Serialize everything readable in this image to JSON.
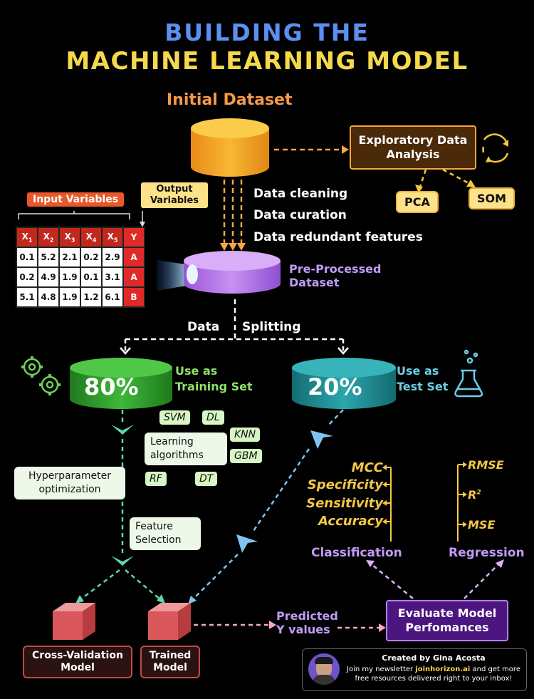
{
  "title": {
    "line1": "BUILDING THE",
    "line2": "MACHINE LEARNING MODEL"
  },
  "initial_dataset": "Initial Dataset",
  "eda": "Exploratory Data Analysis",
  "pca": "PCA",
  "som": "SOM",
  "steps": [
    "Data cleaning",
    "Data curation",
    "Data redundant features"
  ],
  "input_variables": "Input Variables",
  "output_variables": "Output Variables",
  "table": {
    "headers": [
      "X1",
      "X2",
      "X3",
      "X4",
      "X5"
    ],
    "y_header": "Y",
    "rows": [
      {
        "x": [
          "0.1",
          "5.2",
          "2.1",
          "0.2",
          "2.9"
        ],
        "y": "A"
      },
      {
        "x": [
          "0.2",
          "4.9",
          "1.9",
          "0.1",
          "3.1"
        ],
        "y": "A"
      },
      {
        "x": [
          "5.1",
          "4.8",
          "1.9",
          "1.2",
          "6.1"
        ],
        "y": "B"
      }
    ]
  },
  "preprocessed": "Pre-Processed Dataset",
  "split": {
    "left": "Data",
    "right": "Splitting"
  },
  "train": {
    "pct": "80%",
    "label": "Use as Training Set"
  },
  "test": {
    "pct": "20%",
    "label": "Use as Test Set"
  },
  "algorithms": {
    "svm": "SVM",
    "dl": "DL",
    "knn": "KNN",
    "learning": "Learning algorithms",
    "gbm": "GBM",
    "rf": "RF",
    "dt": "DT"
  },
  "hyperparameter": "Hyperparameter optimization",
  "feature_selection": "Feature Selection",
  "classification": {
    "title": "Classification",
    "metrics": [
      "MCC",
      "Specificity",
      "Sensitivity",
      "Accuracy"
    ]
  },
  "regression": {
    "title": "Regression",
    "metrics": [
      "RMSE",
      "R",
      "MSE"
    ],
    "r_sup": "2"
  },
  "cv_model": "Cross-Validation Model",
  "trained_model": "Trained Model",
  "predicted": "Predicted Y values",
  "evaluate": "Evaluate Model Perfomances",
  "credit": {
    "created_by": "Created by Gina Acosta",
    "line_a": "Join my newsletter ",
    "link": "joinhorizon.ai",
    "line_b": " and get more",
    "line_c": "free resources delivered right to your inbox!"
  },
  "colors": {
    "orange": "#f59a4a",
    "purple": "#c09cf5",
    "green": "#2f9a2c",
    "teal": "#1f8c93",
    "yellow": "#f5d94c",
    "blue": "#5b8ff0"
  }
}
